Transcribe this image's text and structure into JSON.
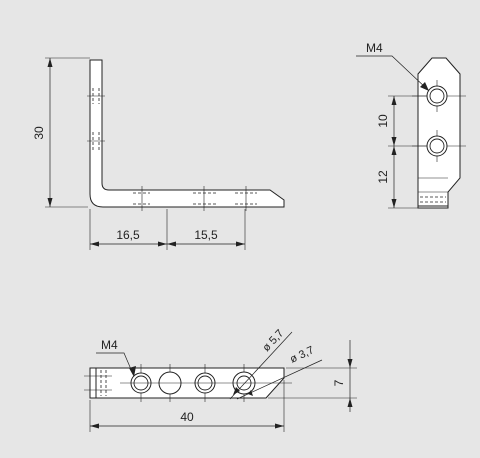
{
  "side_view": {
    "height_label": "30",
    "length_label_left": "16,5",
    "length_label_right": "15,5"
  },
  "end_view": {
    "thread_label": "M4",
    "spacing_label": "10",
    "offset_label": "12"
  },
  "top_view": {
    "thread_label": "M4",
    "counterbore_label": "ø 5,7",
    "bore_label": "ø 3,7",
    "width_label": "7",
    "length_label": "40"
  }
}
